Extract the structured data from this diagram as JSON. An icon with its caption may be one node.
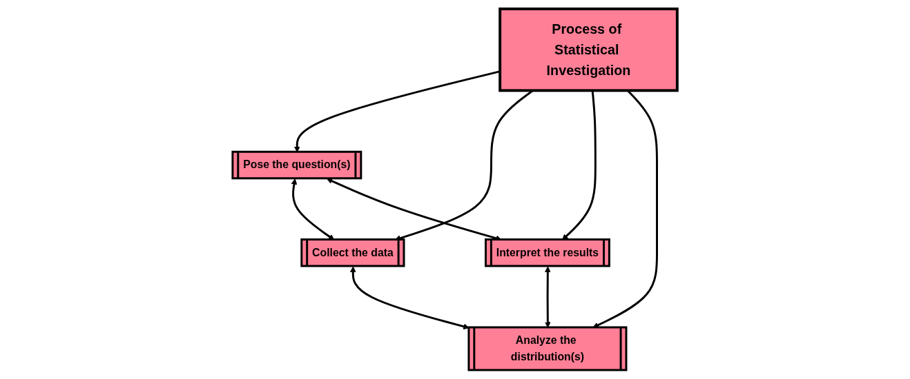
{
  "diagram": {
    "nodes": [
      {
        "text": [
          "Pose the question(s)"
        ]
      },
      {
        "text": [
          "Collect the data"
        ]
      },
      {
        "text": [
          "Process of Statistical Investigation"
        ]
      },
      {
        "text": [
          "Interpret the results"
        ]
      },
      {
        "text": [
          "Analyze the distribution(s)"
        ]
      }
    ],
    "edges": [
      {
        "from": 0,
        "to": 1,
        "arrow": "both"
      },
      {
        "from": 2,
        "to": 0,
        "arrow": "to"
      },
      {
        "from": 2,
        "to": 1,
        "arrow": "to"
      },
      {
        "from": 0,
        "to": 3,
        "arrow": "both"
      },
      {
        "from": 1,
        "to": 4,
        "arrow": "both"
      },
      {
        "from": 2,
        "to": 3,
        "arrow": "to"
      },
      {
        "from": 2,
        "to": 4,
        "arrow": "to"
      },
      {
        "from": 3,
        "to": 4,
        "arrow": "both"
      }
    ]
  }
}
